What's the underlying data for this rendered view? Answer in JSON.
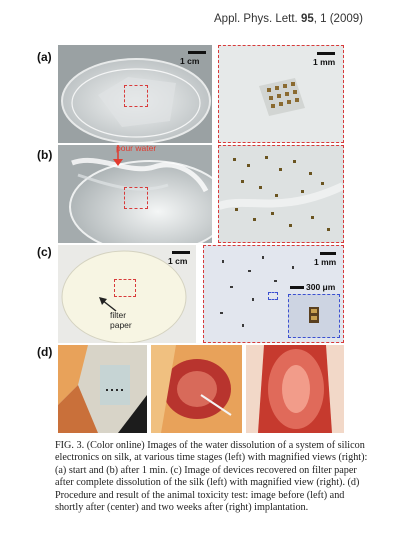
{
  "header": {
    "journal_name": "Appl. Phys. Lett.",
    "volume": "95",
    "page_year": ", 1 (2009)"
  },
  "panels": {
    "a": {
      "label": "(a)",
      "left_scale": "1 cm",
      "right_scale": "1 mm"
    },
    "b": {
      "label": "(b)",
      "annotation": "pour water"
    },
    "c": {
      "label": "(c)",
      "left_scale": "1 cm",
      "right_scale": "1 mm",
      "inset_scale": "300 μm",
      "paper_label": "filter\npaper"
    },
    "d": {
      "label": "(d)"
    }
  },
  "caption": {
    "text": "FIG. 3. (Color online) Images of the water dissolution of a system of silicon electronics on silk, at various time stages (left) with magnified views (right): (a) start and (b) after 1 min. (c) Image of devices recovered on filter paper after complete dissolution of the silk (left) with magnified view (right). (d) Procedure and result of the animal toxicity test: image before (left) and shortly after (center) and two weeks after (right) implantation."
  },
  "colors": {
    "dashed_border": "#d83a3a",
    "tissue_red": "#b8342e",
    "fur_orange": "#e8a25a"
  }
}
